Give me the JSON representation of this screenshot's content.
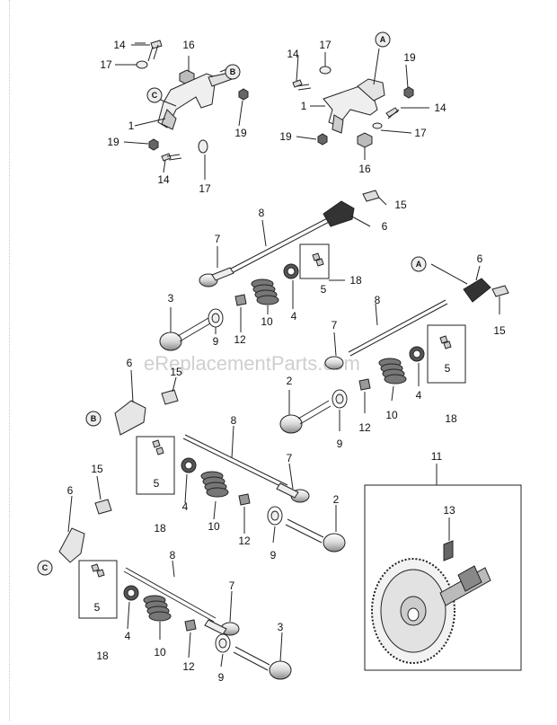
{
  "watermark": "eReplacementParts.com",
  "callout_numbers": {
    "n1": "1",
    "n2": "2",
    "n3": "3",
    "n4": "4",
    "n5": "5",
    "n6": "6",
    "n7": "7",
    "n8": "8",
    "n9": "9",
    "n10": "10",
    "n11": "11",
    "n12": "12",
    "n13": "13",
    "n14": "14",
    "n15": "15",
    "n16": "16",
    "n17": "17",
    "n18": "18",
    "n19": "19"
  },
  "reference_letters": {
    "a": "A",
    "b": "B",
    "c": "C"
  },
  "colors": {
    "line": "#222222",
    "part_fill": "#e8e8e8",
    "dark": "#555555",
    "watermark": "#cfcfcf"
  }
}
